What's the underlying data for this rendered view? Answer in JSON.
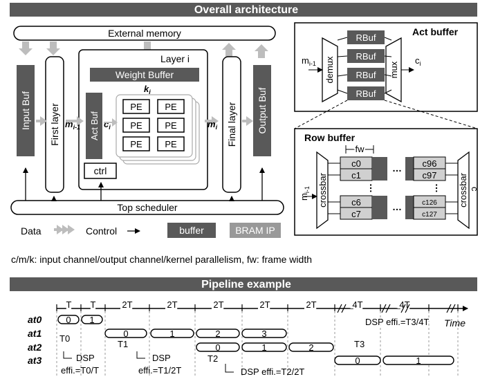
{
  "headers": {
    "top": "Overall architecture",
    "bottom": "Pipeline example"
  },
  "arch": {
    "external_memory": "External memory",
    "input_buf": "Input Buf",
    "first_layer": "First layer",
    "layer_i": "Layer i",
    "weight_buffer": "Weight Buffer",
    "k_label": "k",
    "k_sub": "i",
    "act_buf": "Act Buf",
    "pe": "PE",
    "ctrl": "ctrl",
    "final_layer": "Final layer",
    "output_buf": "Output Buf",
    "top_scheduler": "Top scheduler",
    "m_in": "m",
    "m_in_sub": "i-1",
    "c_label": "c",
    "c_sub": "i",
    "m_out": "m",
    "m_out_sub": "i"
  },
  "legend": {
    "data": "Data",
    "control": "Control",
    "buffer": "buffer",
    "bram": "BRAM IP"
  },
  "act_buffer": {
    "title": "Act buffer",
    "demux": "demux",
    "mux": "mux",
    "rbuf": "RBuf",
    "m_in": "m",
    "m_in_sub": "i-1",
    "c_out": "c",
    "c_out_sub": "i"
  },
  "row_buffer": {
    "title": "Row buffer",
    "fw": "fw",
    "crossbar": "crossbar",
    "cells_left": [
      "c0",
      "c1",
      "c6",
      "c7"
    ],
    "cells_right": [
      "c96",
      "c97",
      "c126",
      "c127"
    ],
    "dots": "…",
    "m_in": "m",
    "m_in_sub": "i-1",
    "c_out": "c"
  },
  "caption": "c/m/k: input channel/output channel/kernel parallelism, fw: frame width",
  "pipeline": {
    "intervals": [
      "T",
      "T",
      "2T",
      "2T",
      "2T",
      "2T",
      "2T",
      "4T",
      "4T"
    ],
    "time": "Time",
    "rows": [
      "at0",
      "at1",
      "at2",
      "at3"
    ],
    "row_tasks": {
      "at0": [
        "0",
        "1"
      ],
      "at1": [
        "0",
        "1",
        "2",
        "3"
      ],
      "at2": [
        "0",
        "1",
        "2"
      ],
      "at3": [
        "0",
        "1"
      ]
    },
    "gaps": [
      "T0",
      "T1",
      "T2",
      "T3"
    ],
    "dsp_label": "DSP",
    "eff": [
      "effi.=T0/T",
      "effi.=T1/2T",
      "DSP effi.=T2/2T",
      "DSP effi.=T3/4T"
    ]
  },
  "colors": {
    "dark": "#555555",
    "grid": "#999999",
    "cell": "#d0d0d0"
  }
}
